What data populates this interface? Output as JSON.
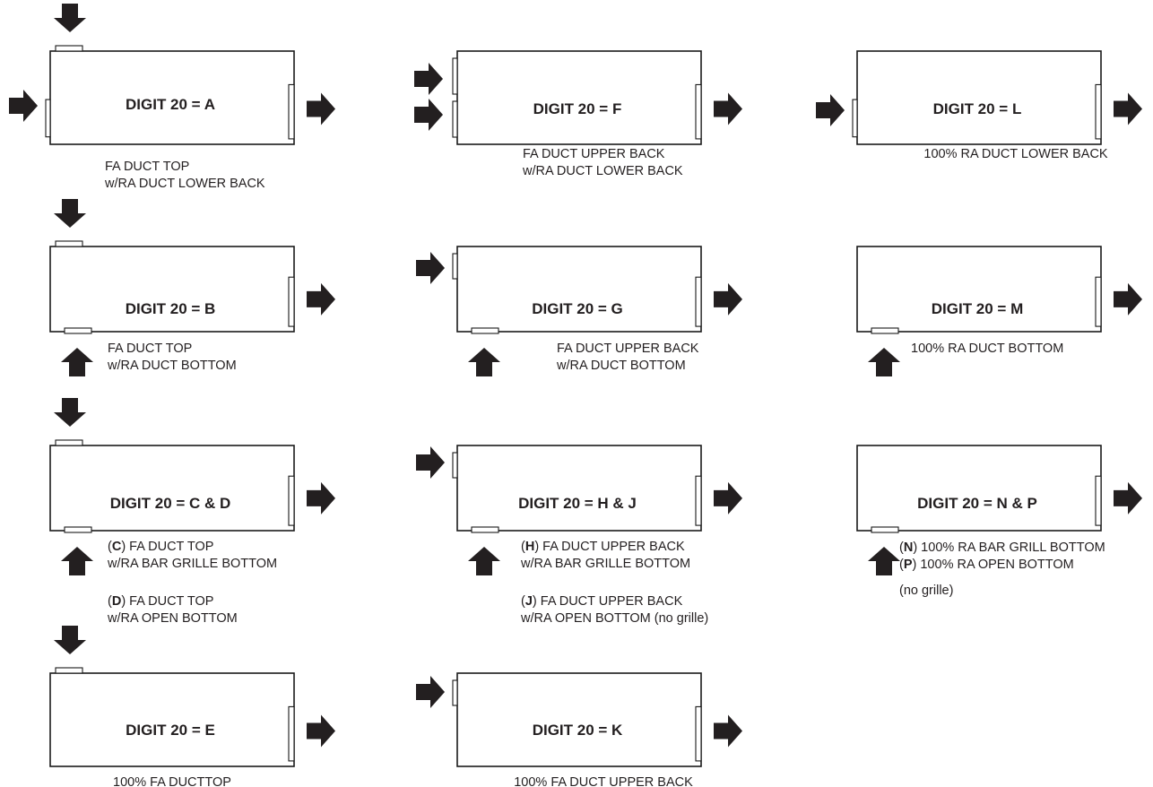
{
  "diagram": {
    "configurations": [
      {
        "id": "A",
        "title": "DIGIT 20 = A",
        "description": [
          [
            {
              "t": "FA DUCT TOP"
            }
          ],
          [
            {
              "t": "w/RA DUCT LOWER BACK"
            }
          ]
        ]
      },
      {
        "id": "F",
        "title": "DIGIT 20 = F",
        "description": [
          [
            {
              "t": "FA DUCT  UPPER BACK"
            }
          ],
          [
            {
              "t": "w/RA DUCT LOWER BACK"
            }
          ]
        ]
      },
      {
        "id": "L",
        "title": "DIGIT 20 = L",
        "description": [
          [
            {
              "t": "100% RA DUCT LOWER BACK"
            }
          ]
        ]
      },
      {
        "id": "B",
        "title": "DIGIT 20 = B",
        "description": [
          [
            {
              "t": "FA DUCT TOP"
            }
          ],
          [
            {
              "t": "w/RA DUCT BOTTOM"
            }
          ]
        ]
      },
      {
        "id": "G",
        "title": "DIGIT 20 = G",
        "description": [
          [
            {
              "t": "FA DUCT  UPPER BACK"
            }
          ],
          [
            {
              "t": "w/RA DUCT BOTTOM"
            }
          ]
        ]
      },
      {
        "id": "M",
        "title": "DIGIT 20 = M",
        "description": [
          [
            {
              "t": "100% RA DUCT BOTTOM"
            }
          ]
        ]
      },
      {
        "id": "CD",
        "title": "DIGIT 20 = C & D",
        "description": [
          [
            {
              "t": "("
            },
            {
              "t": "C",
              "b": true
            },
            {
              "t": ") FA DUCT TOP"
            }
          ],
          [
            {
              "t": "w/RA BAR GRILLE BOTTOM"
            }
          ],
          [
            {
              "t": "("
            },
            {
              "t": "D",
              "b": true
            },
            {
              "t": ") FA DUCT TOP"
            }
          ],
          [
            {
              "t": "w/RA OPEN BOTTOM"
            }
          ]
        ]
      },
      {
        "id": "HJ",
        "title": "DIGIT 20 = H & J",
        "description": [
          [
            {
              "t": "("
            },
            {
              "t": "H",
              "b": true
            },
            {
              "t": ") FA DUCT UPPER BACK"
            }
          ],
          [
            {
              "t": "w/RA BAR GRILLE BOTTOM"
            }
          ],
          [
            {
              "t": "("
            },
            {
              "t": "J",
              "b": true
            },
            {
              "t": ") FA DUCT  UPPER BACK"
            }
          ],
          [
            {
              "t": "w/RA OPEN BOTTOM (no grille)"
            }
          ]
        ]
      },
      {
        "id": "NP",
        "title": "DIGIT 20 = N & P",
        "description": [
          [
            {
              "t": "("
            },
            {
              "t": "N",
              "b": true
            },
            {
              "t": ") 100% RA BAR GRILL BOTTOM"
            }
          ],
          [
            {
              "t": "("
            },
            {
              "t": "P",
              "b": true
            },
            {
              "t": ") 100% RA OPEN BOTTOM"
            }
          ],
          [
            {
              "t": "(no grille)"
            }
          ]
        ]
      },
      {
        "id": "E",
        "title": "DIGIT 20 = E",
        "description": [
          [
            {
              "t": "100% FA DUCTTOP"
            }
          ]
        ]
      },
      {
        "id": "K",
        "title": "DIGIT 20 = K",
        "description": [
          [
            {
              "t": "100% FA DUCT UPPER BACK"
            }
          ]
        ]
      }
    ]
  }
}
